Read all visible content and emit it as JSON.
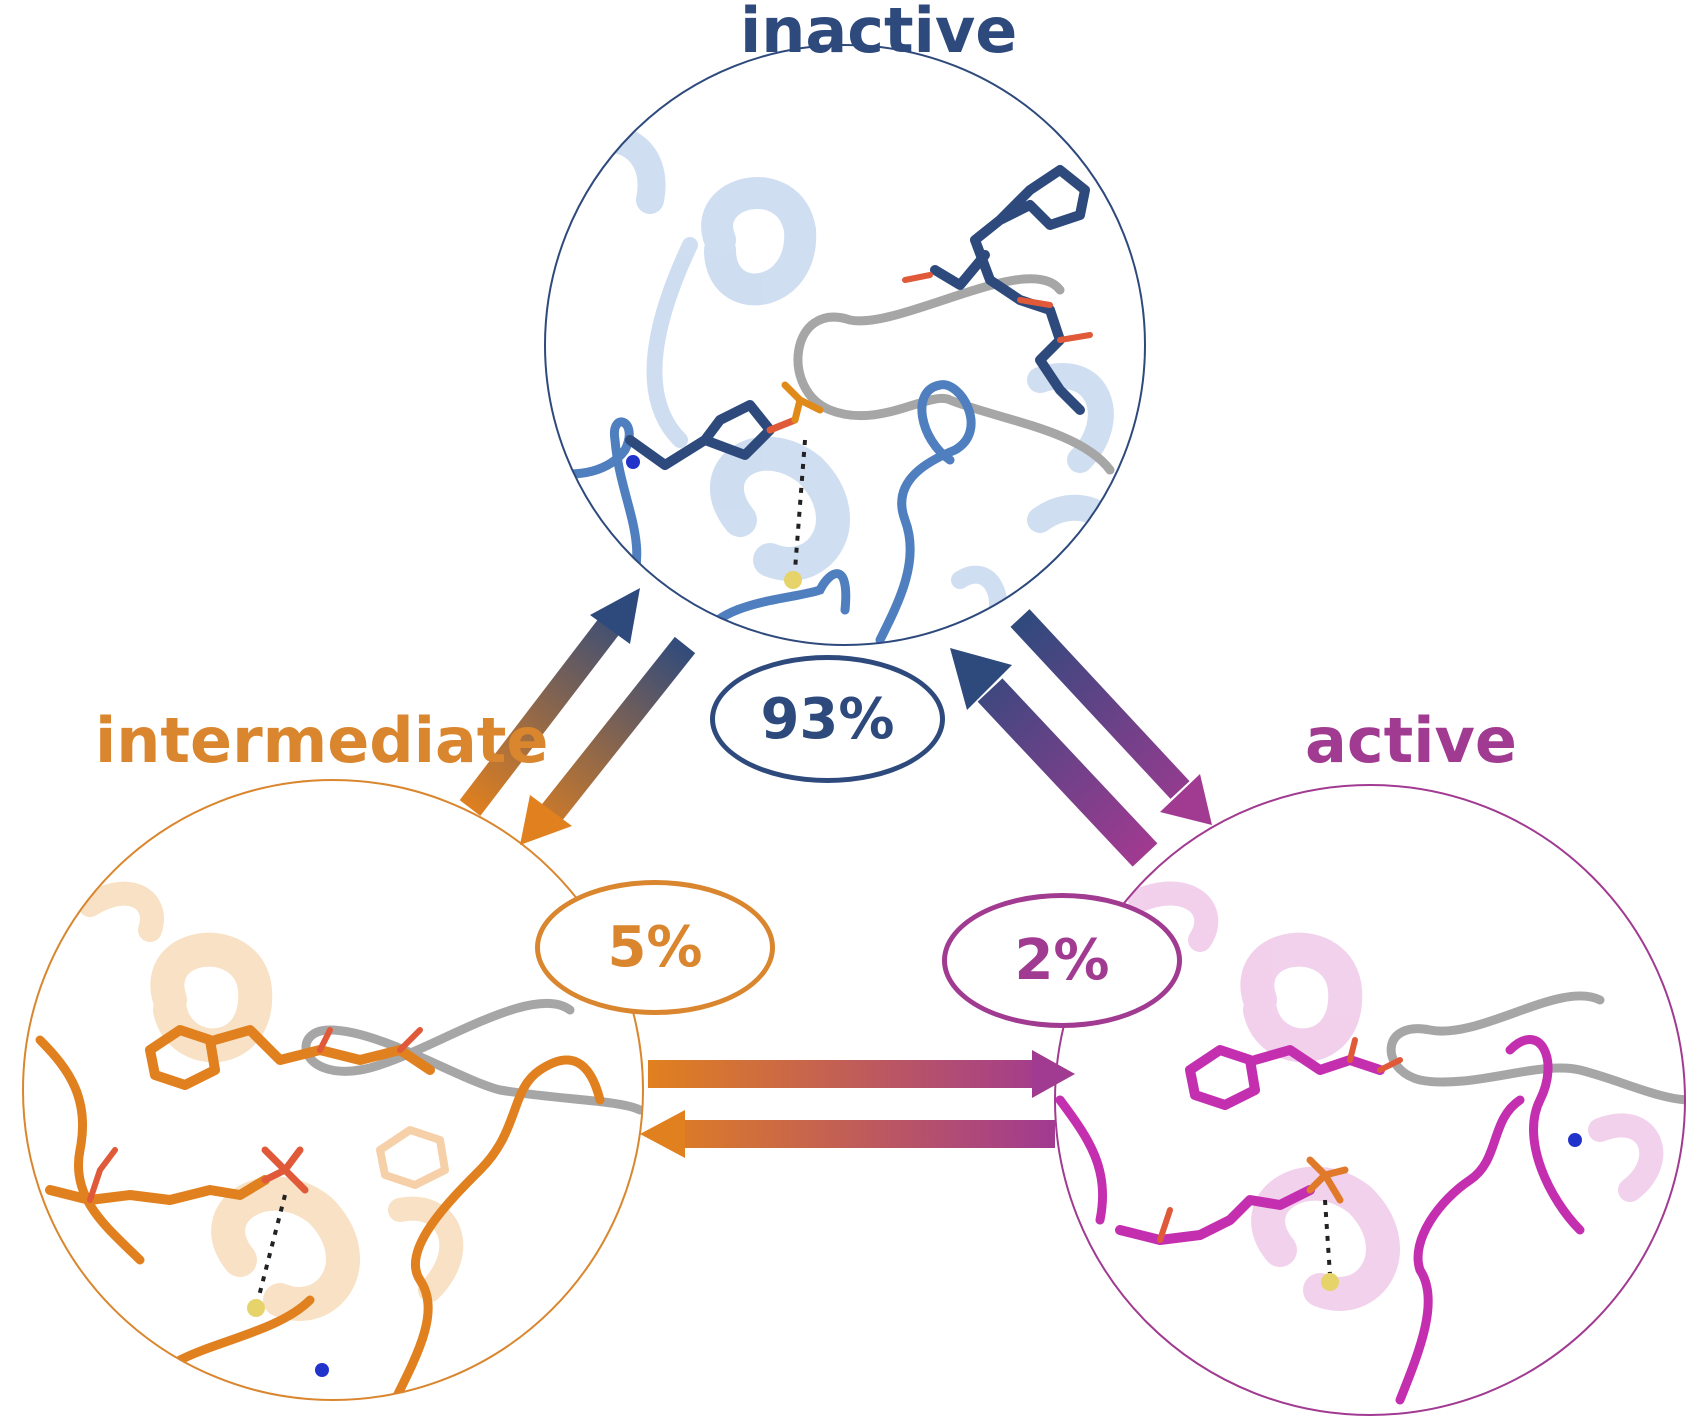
{
  "states": {
    "inactive": {
      "label": "inactive",
      "population": "93%",
      "color": "#2e4a7d",
      "ribbon_color": "#4f7fbf",
      "light_color": "#a9c3e6"
    },
    "intermediate": {
      "label": "intermediate",
      "population": "5%",
      "color": "#d9862e",
      "ribbon_color": "#e0801f",
      "light_color": "#f2c48a"
    },
    "active": {
      "label": "active",
      "population": "2%",
      "color": "#a13a91",
      "ribbon_color": "#c42fb0",
      "light_color": "#e6a3da"
    }
  },
  "loop_gray": "#a6a6a6",
  "arrows": [
    {
      "from": "intermediate",
      "to": "inactive"
    },
    {
      "from": "inactive",
      "to": "intermediate"
    },
    {
      "from": "active",
      "to": "inactive"
    },
    {
      "from": "inactive",
      "to": "active"
    },
    {
      "from": "intermediate",
      "to": "active"
    },
    {
      "from": "active",
      "to": "intermediate"
    }
  ]
}
